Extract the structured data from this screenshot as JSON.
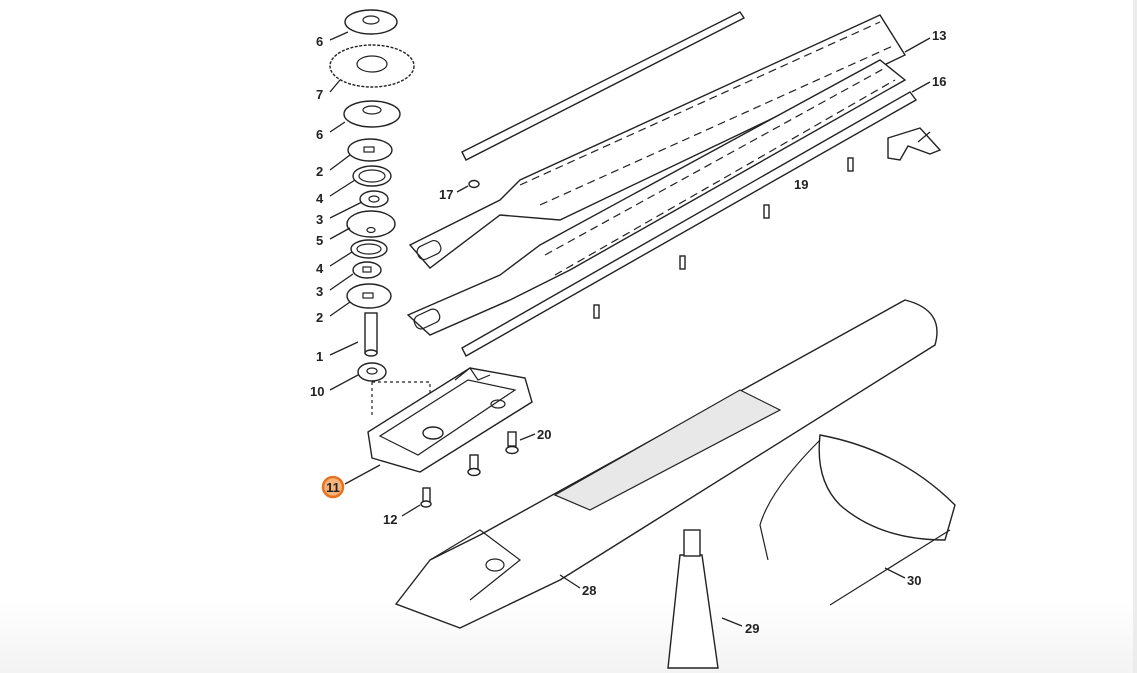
{
  "diagram": {
    "title": "Hedge trimmer cutting attachment exploded parts view",
    "highlight_color": "#e8731e",
    "callouts": {
      "c6a": "6",
      "c7": "7",
      "c6b": "6",
      "c2a": "2",
      "c4a": "4",
      "c3a": "3",
      "c5": "5",
      "c4b": "4",
      "c3b": "3",
      "c2b": "2",
      "c1": "1",
      "c10": "10",
      "c11": "11",
      "c12": "12",
      "c20": "20",
      "c17": "17",
      "c13": "13",
      "c16": "16",
      "c19": "19",
      "c28": "28",
      "c29": "29",
      "c30": "30"
    },
    "selected_callout": "11"
  }
}
